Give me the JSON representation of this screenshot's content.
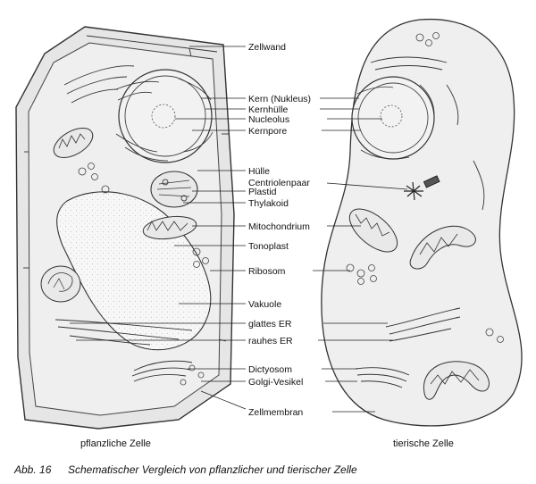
{
  "labels": [
    "Zellwand",
    "Kern (Nukleus)",
    "Kernhülle",
    "Nucleolus",
    "Kernpore",
    "Hülle",
    "Centriolenpaar",
    "Plastid",
    "Thylakoid",
    "Mitochondrium",
    "Tonoplast",
    "Ribosom",
    "Vakuole",
    "glattes ER",
    "rauhes ER",
    "Dictyosom",
    "Golgi-Vesikel",
    "Zellmembran"
  ],
  "cell_names": {
    "plant": "pflanzliche Zelle",
    "animal": "tierische Zelle"
  },
  "caption": {
    "number": "Abb. 16",
    "text": "Schematischer Vergleich von pflanzlicher und tierischer Zelle"
  },
  "colors": {
    "wall_fill": "#e6e6e6",
    "cytoplasm_fill": "#ededed",
    "vacuole_fill": "#f6f6f6",
    "ink": "#222222"
  }
}
